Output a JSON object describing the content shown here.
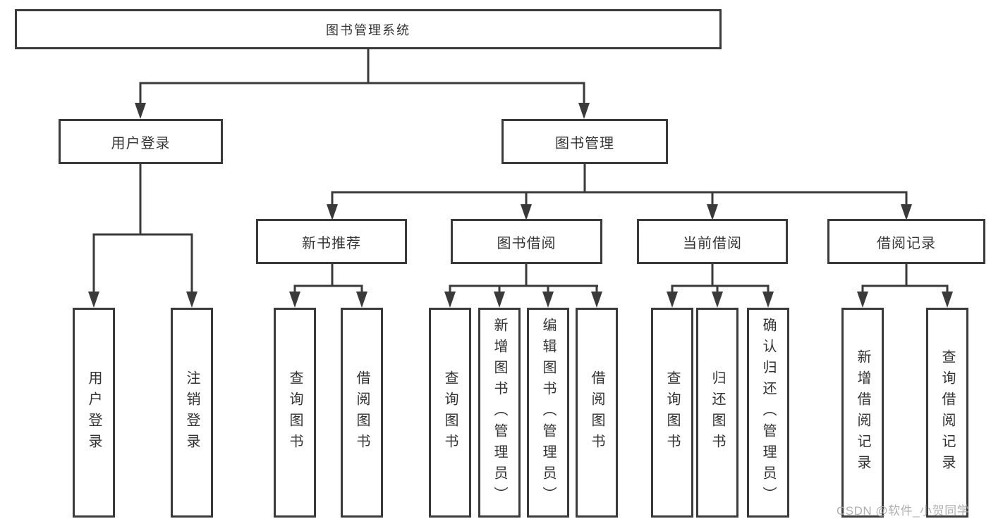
{
  "diagram_title": "图书管理系统",
  "colors": {
    "line": "#3a3a3a",
    "border": "#3a3a3a",
    "text": "#333333",
    "box_fill": "#ffffff",
    "background": "#ffffff",
    "watermark": "#a9a9a9"
  },
  "tree": {
    "root": {
      "label": "图书管理系统"
    },
    "branches": [
      {
        "label": "用户登录",
        "children": [
          {
            "label": "用户登录"
          },
          {
            "label": "注销登录"
          }
        ]
      },
      {
        "label": "图书管理",
        "children": [
          {
            "label": "新书推荐",
            "children": [
              {
                "label": "查询图书"
              },
              {
                "label": "借阅图书"
              }
            ]
          },
          {
            "label": "图书借阅",
            "children": [
              {
                "label": "查询图书"
              },
              {
                "label": "新增图书（管理员）"
              },
              {
                "label": "编辑图书（管理员）"
              },
              {
                "label": "借阅图书"
              }
            ]
          },
          {
            "label": "当前借阅",
            "children": [
              {
                "label": "查询图书"
              },
              {
                "label": "归还图书"
              },
              {
                "label": "确认归还（管理员）"
              }
            ]
          },
          {
            "label": "借阅记录",
            "children": [
              {
                "label": "新增借阅记录"
              },
              {
                "label": "查询借阅记录"
              }
            ]
          }
        ]
      }
    ]
  },
  "watermark": {
    "text": "CSDN @软件_小贺同学"
  }
}
